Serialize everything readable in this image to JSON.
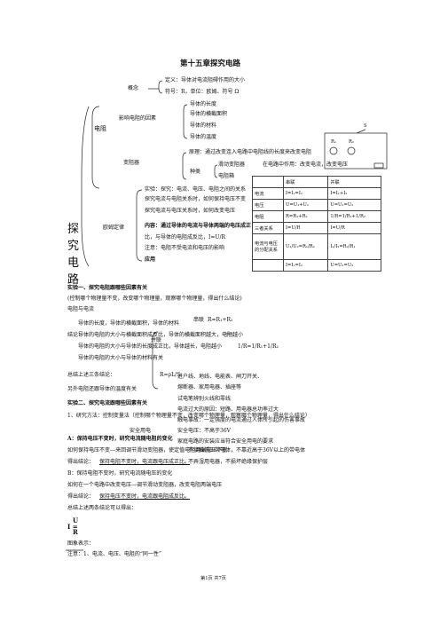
{
  "title": "第十五章探究电路",
  "tree": {
    "root": "电阻",
    "concept": {
      "label": "概念",
      "definition": "定义：导体对电流阻碍作用的大小",
      "symbol": "符号：R，单位：欧姆、符号 Ω"
    },
    "factors": {
      "label": "影响电阻的因素",
      "items": [
        "导体的长度",
        "导体的横截面积",
        "导体的材料",
        "导体的温度"
      ]
    },
    "rheostat": {
      "label": "变阻器",
      "principle": "原理：通过改变连入电路中电阻线的长度来改变电阻",
      "kinds_label": "种类",
      "sliding": "滑动变阻器",
      "sliding_role": "在电路中作用：改变电流，改变电压",
      "box": "电阻箱"
    },
    "side_big": [
      "探",
      "究",
      "电",
      "路"
    ],
    "ohm": {
      "label": "欧姆定律",
      "lines": [
        "实验：探究：电流、电压、电阻之间的关系",
        "探究电流与电阻关系时，如何保持电压不变",
        "探究电流与电压关系时，如何改变电压",
        "内容：通过导体的电流与导体两端的电压成正",
        "比，与导体的电阻成反比，I=U/R",
        "注意：电阻不受电流和电压的影响",
        "应用"
      ]
    }
  },
  "circuit_labels": [
    "R₁",
    "R₂",
    "S"
  ],
  "table": {
    "headers": [
      "",
      "串联",
      "并联"
    ],
    "rows": [
      [
        "电流",
        "I=I₁=I₂",
        "I=I₁+I₂"
      ],
      [
        "电压",
        "U=U₁+U₂",
        "U=U₁=U₂"
      ],
      [
        "电阻",
        "R=R₁+R₂",
        "1/R=1/R₁+1/R₂"
      ],
      [
        "三者关系",
        "I=U/R",
        "I=U/R"
      ],
      [
        "电流与电压的分配关系",
        "U₁/U₂=R₁/R₂",
        "I₁/I₂=R₂/R₁"
      ],
      [
        "",
        "I=I₁=I₂",
        "U=U₁=U₂"
      ]
    ]
  },
  "section1": {
    "heading": "实验一、探究电阻跟哪些因素有关",
    "method": "(控制哪个物理量不变，改变哪个物理量，观察哪个物理量，得出什么结论)",
    "overlap_a": "(控制哪个物理量不变，改变哪个物理量，观察哪个物理量，得出什么结论)",
    "overlap_b": "电阻与电流",
    "items": [
      "导体的长度，导体的横截面积，导体的材料"
    ],
    "conclusion_label": "结论：",
    "conclusions": [
      "导体的电阻的大小与横截面积成反比，导体的横截面积越大，电阻越小",
      "导体的电阻的大小与导体的长度成正比，导体越长，电阻越小",
      "导体的电阻的大小与导体的材料有关"
    ],
    "parallel": "并联",
    "series": "串联",
    "series_formula": "R=R₁+R₂",
    "parallel_formula": "1/R=1/R₁+1/R₂",
    "summary": "总结上述三条结论：",
    "summary_formula": "R=ρL/S"
  },
  "safety": {
    "label": "安全用电",
    "items": [
      "进户线、地线、电能表、闸刀开关、",
      "熔断器、家用电器、插座等",
      "试电笔辨别火线和零线",
      "电流过大的原因：短路、用电器总功率过大",
      "触电事故：一定强度的电流通过人体所引起的伤害事故",
      "安全电压：不高于36V",
      "家庭电路的安装应当符合安全用电的要求"
    ],
    "overlap": "另外电阻还跟导体的温度有关"
  },
  "section2": {
    "heading": "实验二、探究电流跟哪些因素有关",
    "method": "1、研究方法：控制变量法（控制哪个物理量不变，改变哪个物理量，观察哪个物理量，得出什么结论）",
    "a_title": "A：保持电压不变时，研究电流随电阻的变化",
    "a_how": "如何保持电压不变---来回调节滑动变阻器，使定值电阻两端电压不变",
    "a_conc_label": "得出结论：",
    "a_conc": "保持电阻不变时，电流跟电压成正比。",
    "b_title": "B：保持电阻不变时，研究电流随电压的变化",
    "b_how": "如何在一个电路中改变电压---调节滑动变阻器，改变电阻两端电压",
    "b_conc_label": "得出结论：",
    "b_conc": "保持电压不变时，电流跟电阻成反比。",
    "summary": "总结上述两条结论可以得出：",
    "formula_I": "I =",
    "formula_U": "U",
    "formula_R": "R",
    "graph": "图象表示：",
    "note": "注意：1、电流、电压、电阻的“同一性”",
    "overlap_list": [
      "不接触低压带电体，不靠近高于36V以上的带电体",
      "不弄湿用电器，不损坏绝缘保护层"
    ]
  },
  "footer": "第1页  共7页"
}
